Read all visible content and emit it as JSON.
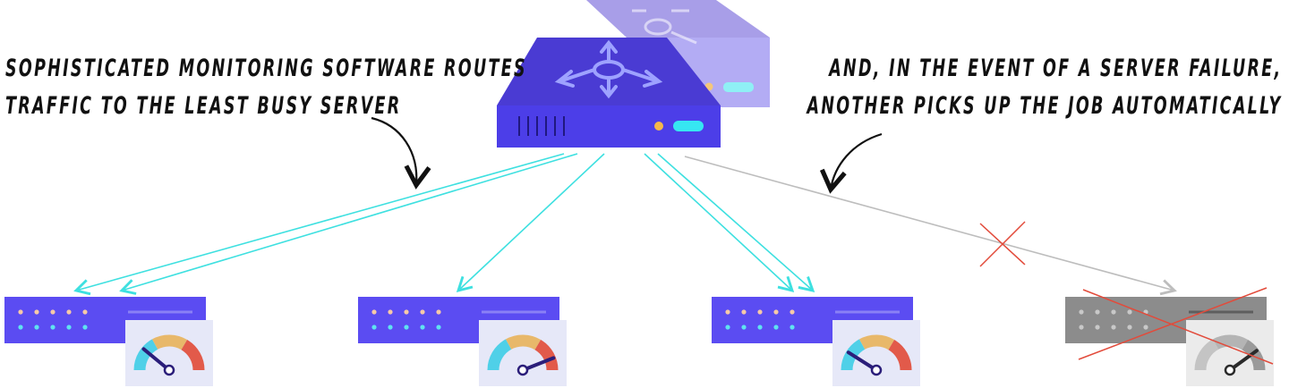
{
  "annotations": {
    "left": {
      "line1": "SOPHISTICATED MONITORING SOFTWARE ROUTES",
      "line2": "TRAFFIC TO THE LEAST BUSY SERVER"
    },
    "right": {
      "line1": "AND, IN THE EVENT OF A SERVER FAILURE,",
      "line2": "ANOTHER PICKS UP THE JOB AUTOMATICALLY"
    }
  },
  "load_balancers": [
    {
      "role": "standby",
      "color": "#9f95e6"
    },
    {
      "role": "primary",
      "color": "#3f30c4"
    }
  ],
  "servers": [
    {
      "status": "active",
      "load": 0.22,
      "incoming_routes": 2
    },
    {
      "status": "active",
      "load": 0.88,
      "incoming_routes": 1
    },
    {
      "status": "active",
      "load": 0.18,
      "incoming_routes": 2
    },
    {
      "status": "failed",
      "load": 0.8,
      "incoming_routes": 1
    }
  ],
  "colors": {
    "server_active": "#5b4cf2",
    "server_failed": "#8c8c8c",
    "route_active": "#3ee0e0",
    "route_failed": "#bdbdbd",
    "cross": "#e24b3b",
    "gauge_low": "#4fd0e8",
    "gauge_mid": "#e8b86a",
    "gauge_high": "#e25a4a",
    "needle": "#2b1e7a"
  }
}
